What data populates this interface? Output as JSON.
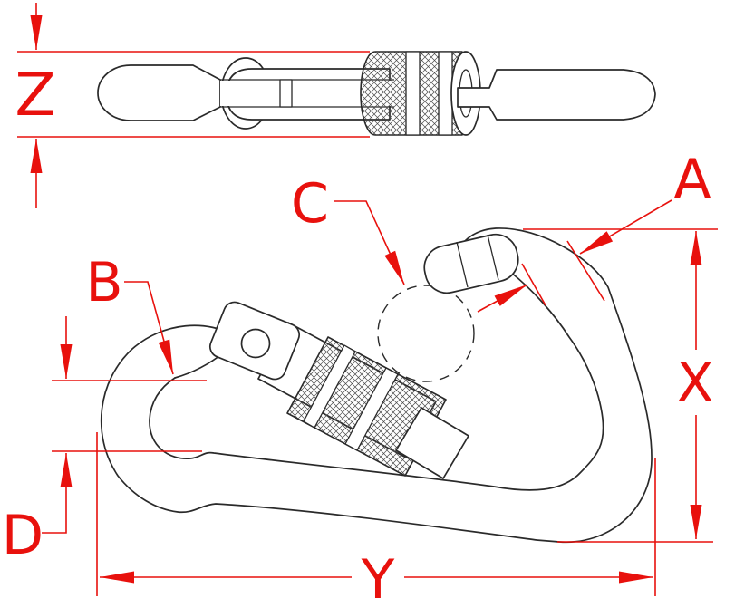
{
  "drawing": {
    "type": "carabiner-with-locking-sleeve-technical-drawing",
    "views": {
      "side_view": "carabiner profile with knurled locking sleeve",
      "main_view": "carabiner front view with screw-lock gate"
    },
    "dimensions": {
      "z": {
        "label": "Z"
      },
      "a": {
        "label": "A"
      },
      "b": {
        "label": "B"
      },
      "c": {
        "label": "C"
      },
      "d": {
        "label": "D"
      },
      "x": {
        "label": "X"
      },
      "y": {
        "label": "Y"
      }
    }
  },
  "colors": {
    "dimension": "#e8110d",
    "line": "#2a2a2a",
    "background": "#ffffff"
  }
}
